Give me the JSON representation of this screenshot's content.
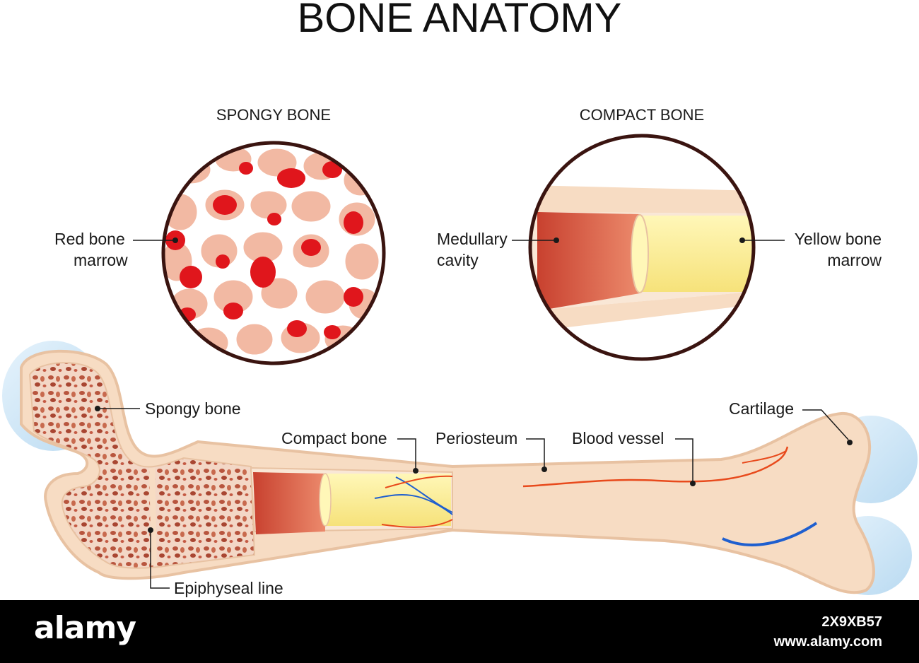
{
  "title": "BONE ANATOMY",
  "insets": {
    "spongy": {
      "heading": "SPONGY BONE",
      "label": "Red bone\nmarrow",
      "label_l1": "Red bone",
      "label_l2": "marrow"
    },
    "compact": {
      "heading": "COMPACT BONE",
      "left_l1": "Medullary",
      "left_l2": "cavity",
      "right_l1": "Yellow bone",
      "right_l2": "marrow"
    }
  },
  "labels": {
    "spongy_bone": "Spongy bone",
    "compact_bone": "Compact bone",
    "periosteum": "Periosteum",
    "blood_vessel": "Blood vessel",
    "cartilage": "Cartilage",
    "epiphyseal_line": "Epiphyseal line"
  },
  "watermark": {
    "logo": "alamy",
    "image_id": "2X9XB57",
    "site": "www.alamy.com"
  },
  "colors": {
    "bone": "#f7dcc3",
    "bone_outline": "#e8c2a2",
    "marrow_red": "#e0161c",
    "marrow_yellow": "#fff39a",
    "medullary": "#d3553f",
    "cartilage": "#cfe6f6",
    "artery": "#e84a1c",
    "vein": "#1f5fcf",
    "inset_ring": "#3a1410"
  }
}
